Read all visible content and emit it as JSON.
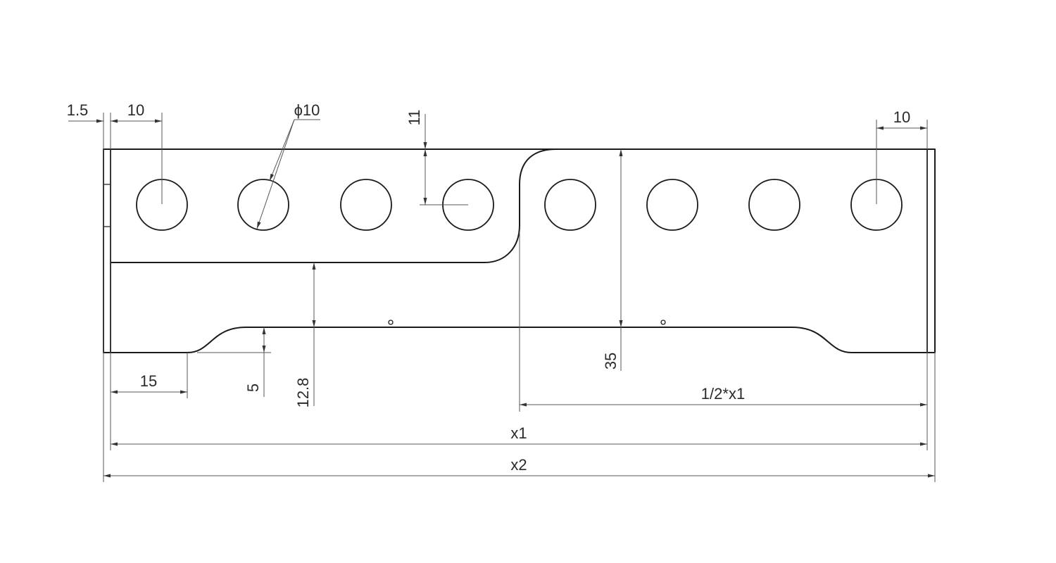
{
  "drawing": {
    "holes": {
      "count": 8,
      "label": "ϕ10"
    },
    "dimensions": {
      "d_1_5": "1.5",
      "d_10_left": "10",
      "d_diameter": "ϕ10",
      "d_11": "11",
      "d_10_right": "10",
      "d_15": "15",
      "d_5": "5",
      "d_12_8": "12.8",
      "d_35": "35",
      "d_half_x1": "1/2*x1",
      "d_x1": "x1",
      "d_x2": "x2"
    },
    "colors": {
      "line": "#1a1a1a",
      "dimension": "#555555",
      "background": "#ffffff"
    }
  }
}
